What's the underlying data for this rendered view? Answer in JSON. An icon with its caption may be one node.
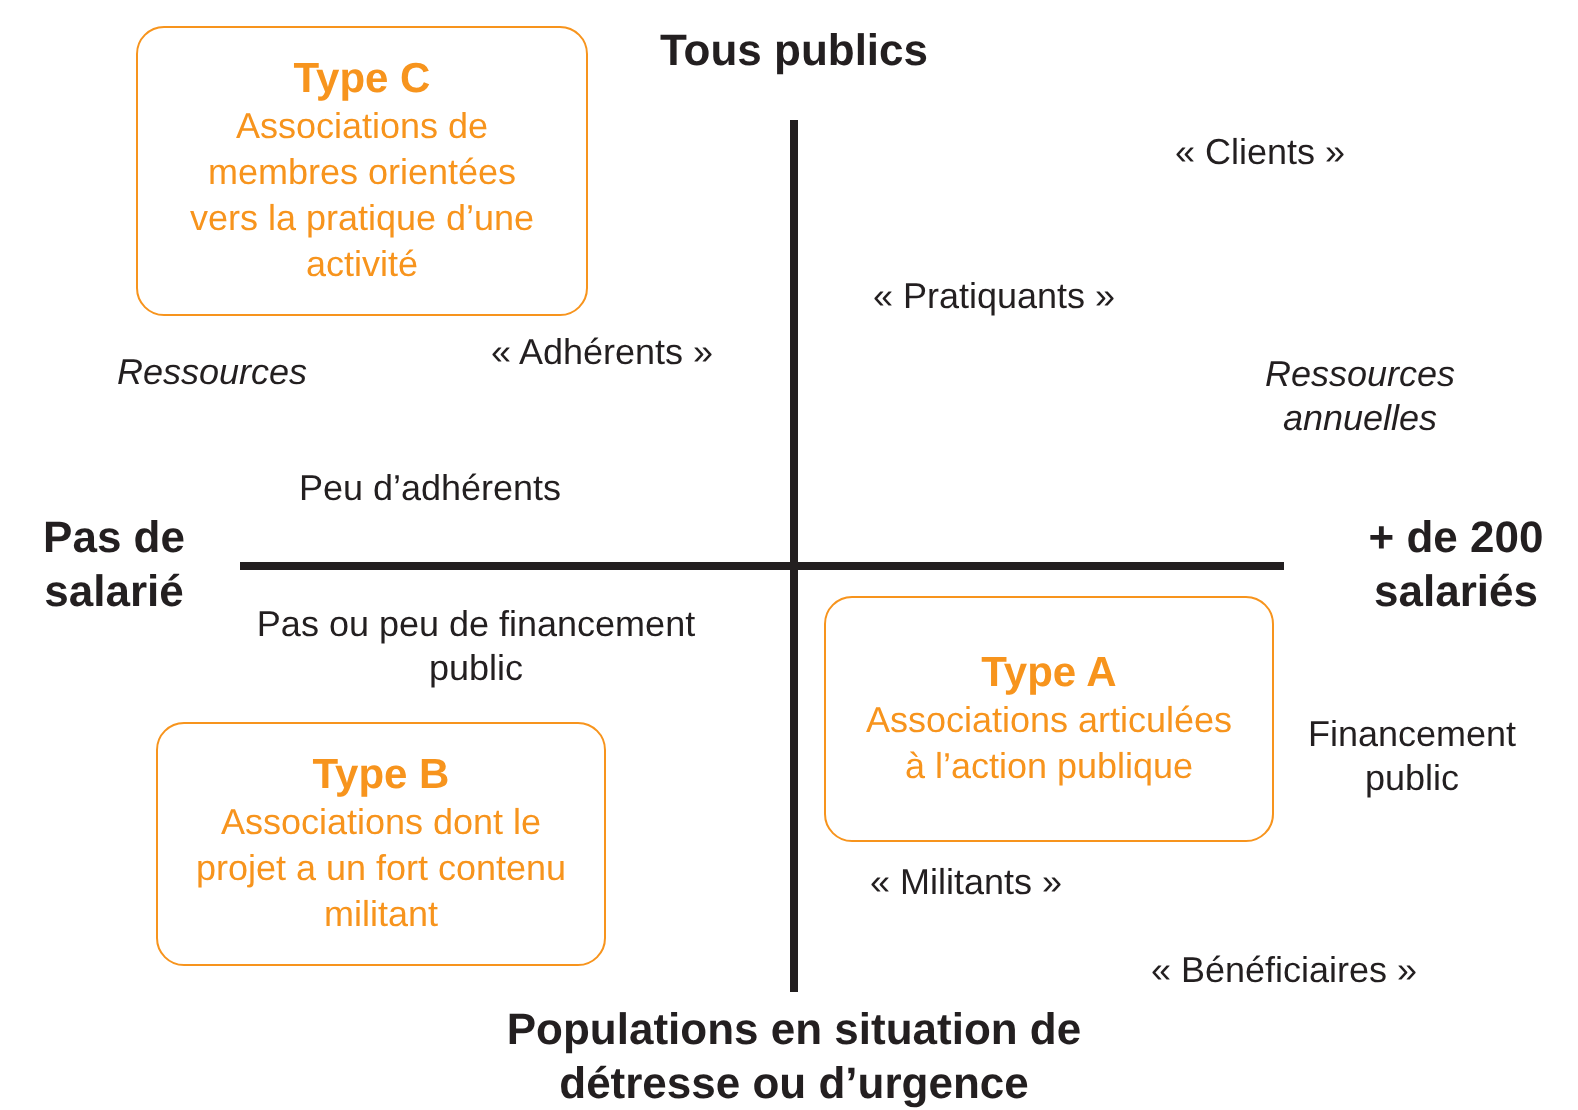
{
  "diagram": {
    "nodes": [
      {
        "text": [
          "Type C",
          "Associations de membres orientées vers la pratique d’une activité"
        ]
      },
      {
        "text": [
          "Type A",
          "Associations articulées à l’action publique"
        ]
      },
      {
        "text": [
          "Type B",
          "Associations dont le projet a un fort contenu militant"
        ]
      }
    ],
    "labels": [
      "Tous publics",
      "« Clients »",
      "« Pratiquants »",
      "Ressources",
      "« Adhérents »",
      "Ressources annuelles",
      "Peu d’adhérents",
      "Pas de salarié",
      "+ de 200 salariés",
      "Pas ou peu de financement public",
      "Financement public",
      "« Militants »",
      "« Bénéficiaires »",
      "Populations en situation de détresse ou d’urgence"
    ]
  }
}
